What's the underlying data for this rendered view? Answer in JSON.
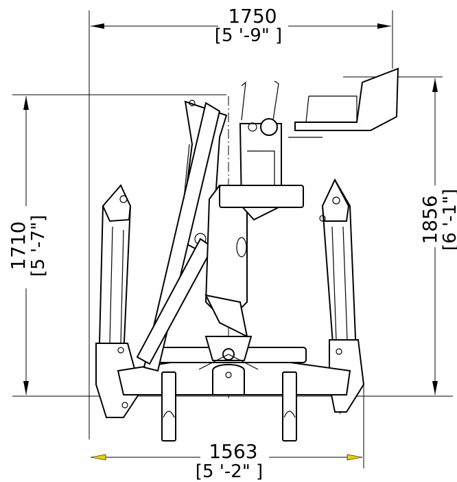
{
  "dimensions": {
    "top_width": {
      "value": "1750",
      "imperial": "[5 '-9\" ]"
    },
    "left_height": {
      "value": "1710",
      "imperial": "[5 '-7\"]"
    },
    "right_height": {
      "value": "1856",
      "imperial": "[6 '-1\"]"
    },
    "bottom_width": {
      "value": "1563",
      "imperial": "[5 '-2\" ]"
    }
  },
  "colors": {
    "line": "#000000",
    "arrow": "#e8d000",
    "background": "#ffffff"
  }
}
